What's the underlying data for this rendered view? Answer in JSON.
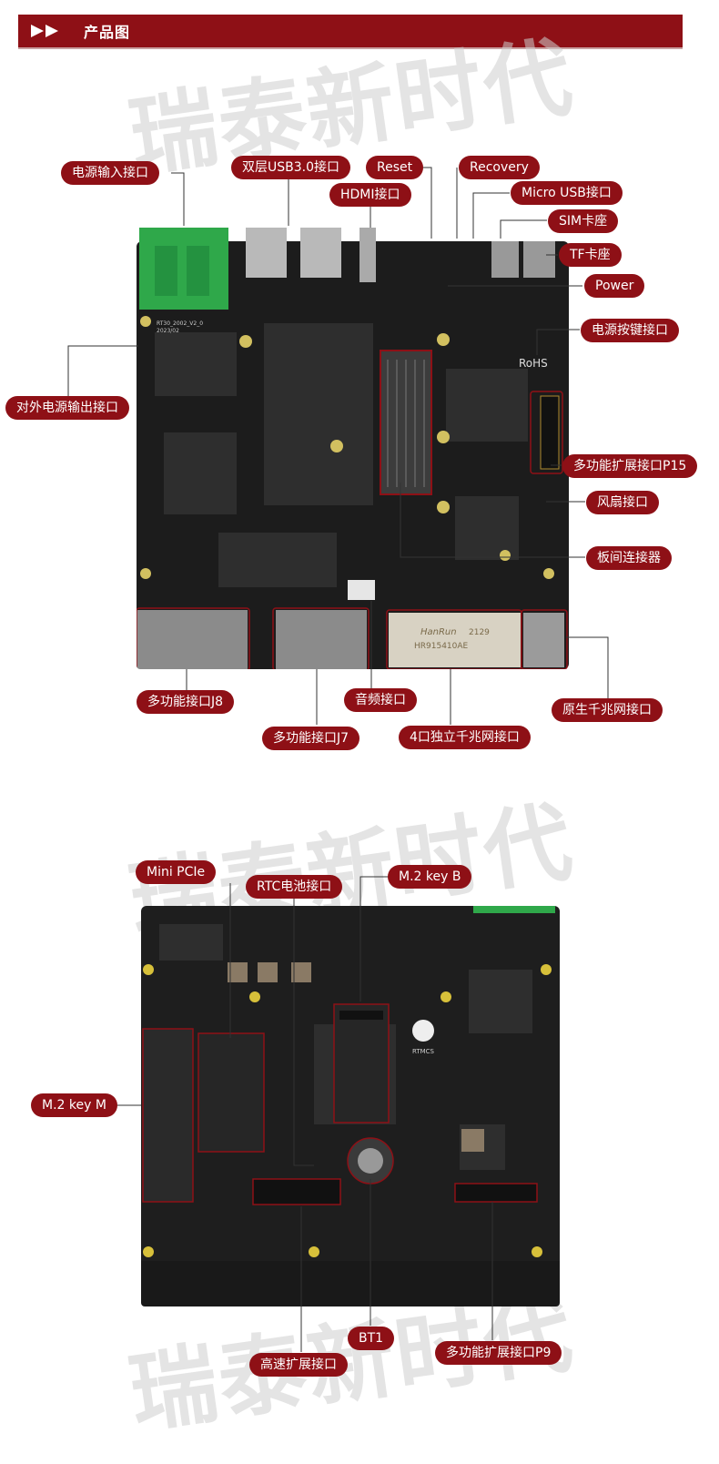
{
  "header": {
    "title": "产品图"
  },
  "watermark": "瑞泰新时代",
  "labels": {
    "power_input": "电源输入接口",
    "usb30": "双层USB3.0接口",
    "reset": "Reset",
    "recovery": "Recovery",
    "hdmi": "HDMI接口",
    "micro_usb": "Micro USB接口",
    "sim": "SIM卡座",
    "tf": "TF卡座",
    "power": "Power",
    "power_button": "电源按键接口",
    "ext_power_out": "对外电源输出接口",
    "p15": "多功能扩展接口P15",
    "fan": "风扇接口",
    "board_conn": "板间连接器",
    "j8": "多功能接口J8",
    "audio": "音频接口",
    "gbe_native": "原生千兆网接口",
    "j7": "多功能接口J7",
    "gbe4": "4口独立千兆网接口",
    "mini_pcie": "Mini PCIe",
    "rtc": "RTC电池接口",
    "m2b": "M.2 key B",
    "m2m": "M.2 key M",
    "bt1": "BT1",
    "p9": "多功能扩展接口P9",
    "hs_ext": "高速扩展接口"
  },
  "board_text": {
    "rohs": "RoHS",
    "model": "RT30_2002_V2_0",
    "date": "2023/02",
    "hanrun": "HanRun",
    "hr": "HR915410AE",
    "code": "2129",
    "logo": "RTMCS"
  },
  "colors": {
    "accent": "#8e1016",
    "pcb": "#1c1c1c",
    "connector_green": "#2fa84a"
  }
}
